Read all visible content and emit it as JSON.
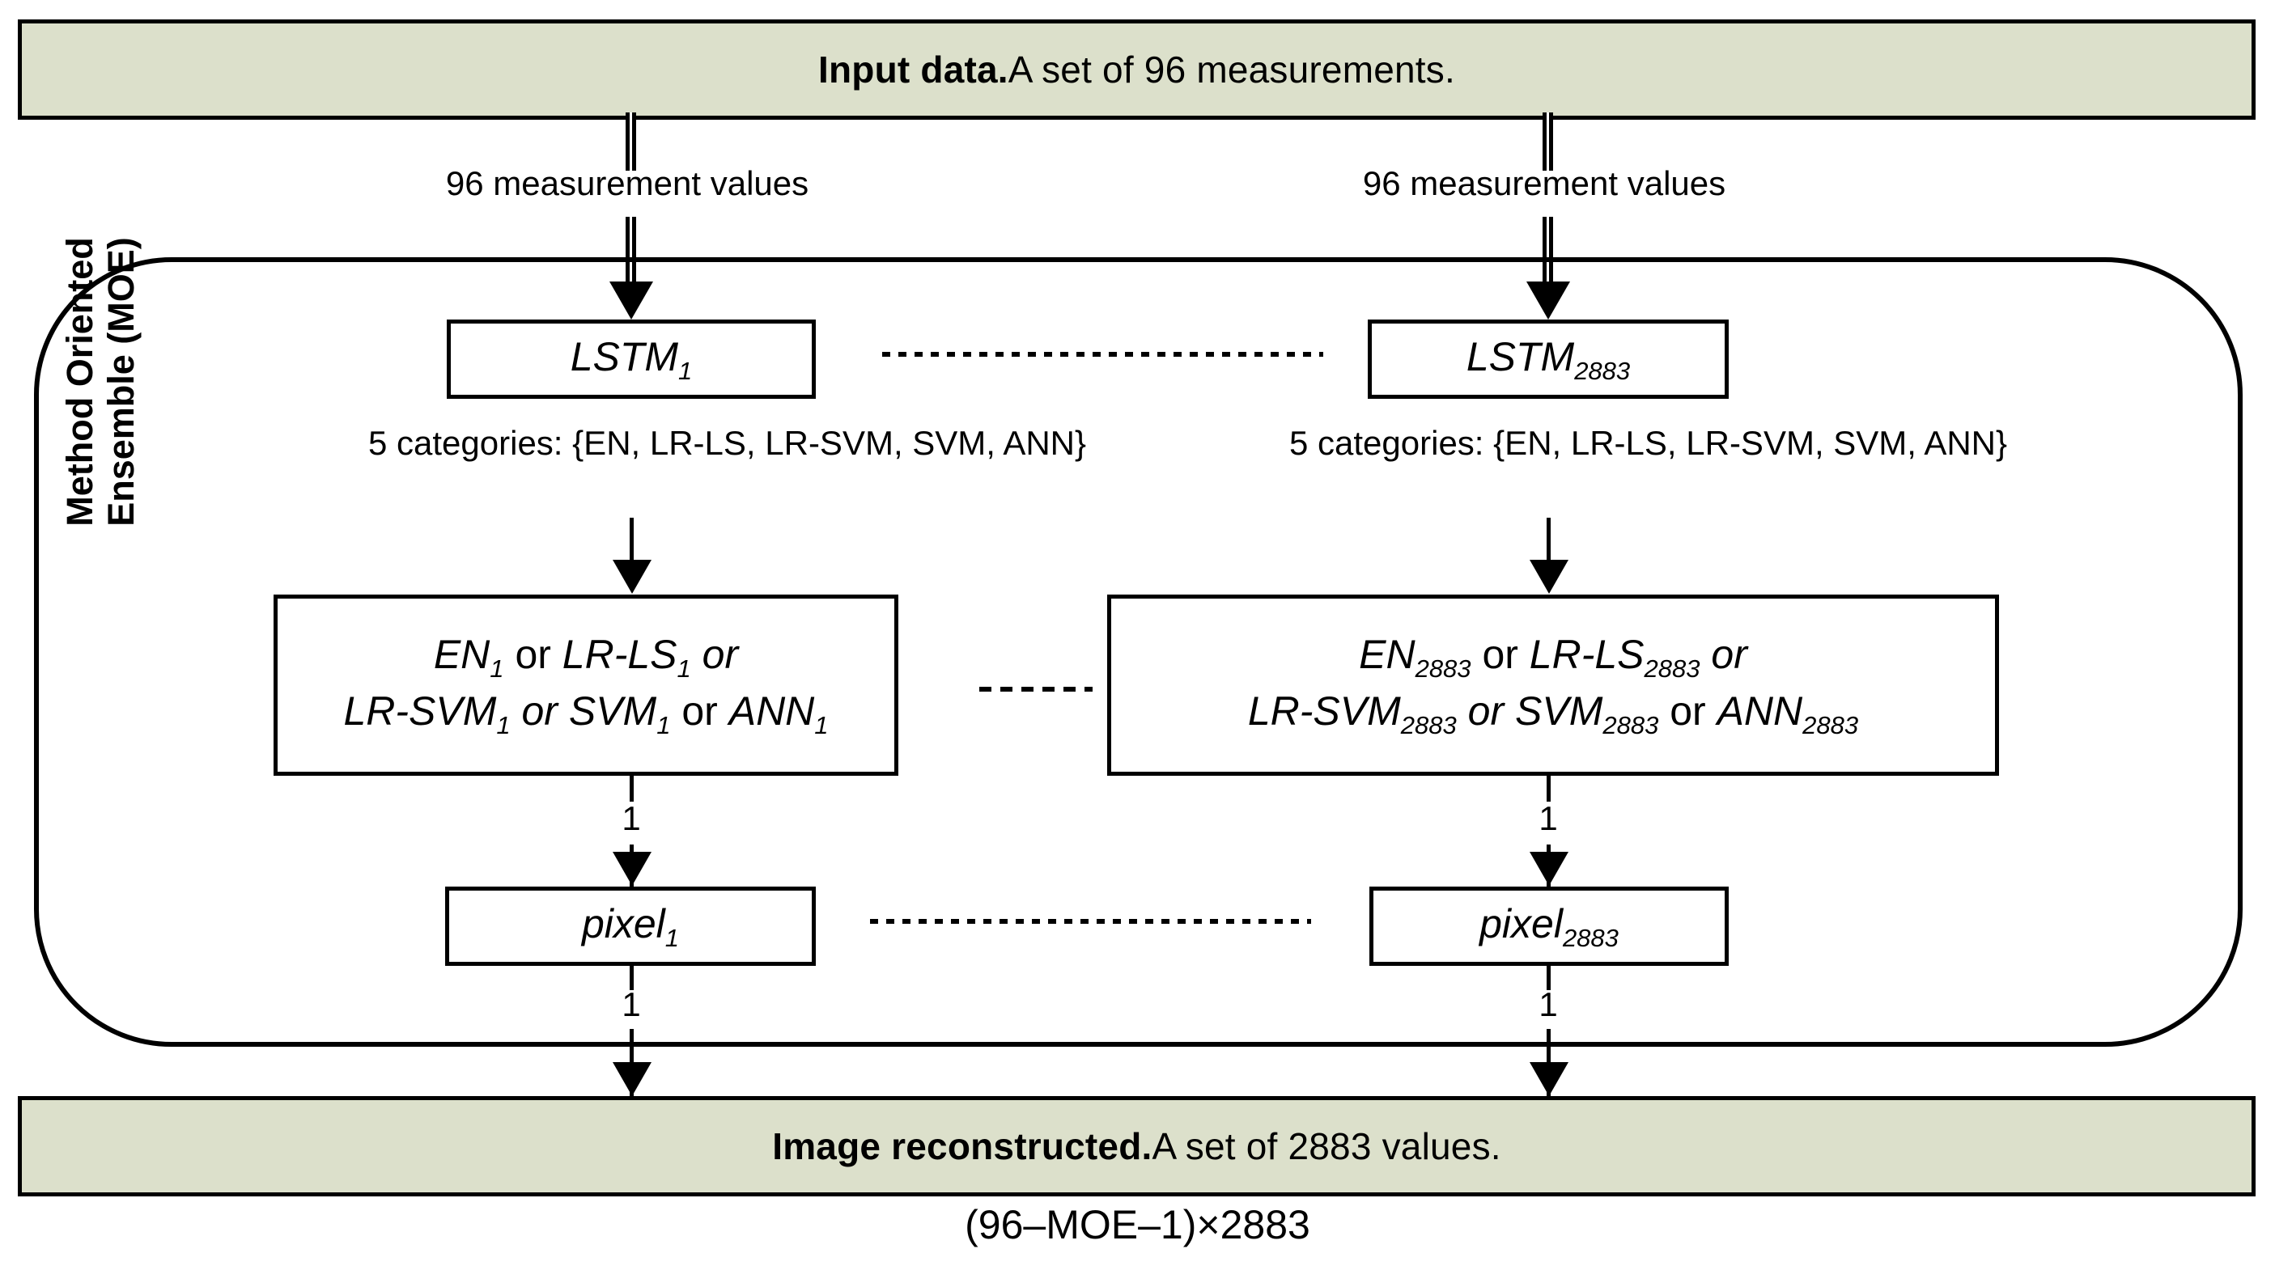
{
  "diagram": {
    "title_flow": "Method Oriented Ensemble (MOE) reconstruction pipeline",
    "colors": {
      "banner_fill": "#DCE0CB",
      "stroke": "#000000",
      "page": "#FFFFFF"
    }
  },
  "banners": {
    "top": {
      "bold": "Input data.",
      "rest": " A set of 96 measurements."
    },
    "bottom": {
      "bold": "Image reconstructed.",
      "rest": " A set of 2883 values."
    }
  },
  "moe": {
    "label_line1": "Method Oriented",
    "label_line2": "Ensemble (MOE)"
  },
  "edges": {
    "input_left_label": "96 measurement values",
    "input_right_label": "96 measurement values",
    "categories_heading": "5 categories:",
    "categories_set": "{EN, LR-LS, LR-SVM, SVM, ANN}",
    "one": "1"
  },
  "nodes": {
    "lstm_left": {
      "base": "LSTM",
      "sub": "1"
    },
    "lstm_right": {
      "base": "LSTM",
      "sub": "2883"
    },
    "ensemble_left": {
      "line1_a": "EN",
      "line1_a_sub": "1",
      "line1_or1": " or ",
      "line1_b": "LR-LS",
      "line1_b_sub": "1",
      "line1_or2": " or",
      "line2_a": "LR-SVM",
      "line2_a_sub": "1",
      "line2_or1": " or ",
      "line2_b": "SVM",
      "line2_b_sub": "1",
      "line2_or2": " or ",
      "line2_c": "ANN",
      "line2_c_sub": "1"
    },
    "ensemble_right": {
      "line1_a": "EN",
      "line1_a_sub": "2883",
      "line1_or1": " or ",
      "line1_b": "LR-LS",
      "line1_b_sub": "2883",
      "line1_or2": " or",
      "line2_a": "LR-SVM",
      "line2_a_sub": "2883",
      "line2_or1": " or ",
      "line2_b": "SVM",
      "line2_b_sub": "2883",
      "line2_or2": " or ",
      "line2_c": "ANN",
      "line2_c_sub": "2883"
    },
    "pixel_left": {
      "base": "pixel",
      "sub": "1"
    },
    "pixel_right": {
      "base": "pixel",
      "sub": "2883"
    }
  },
  "formula": "(96–MOE–1)×2883"
}
